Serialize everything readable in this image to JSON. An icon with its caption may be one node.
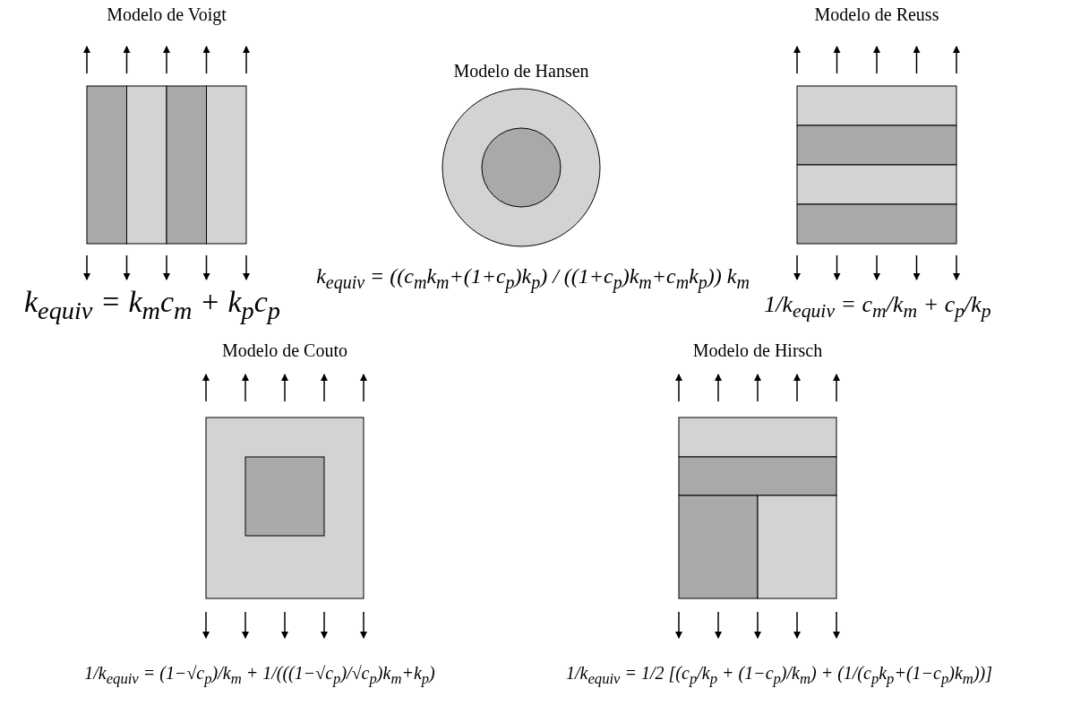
{
  "diagram": {
    "labels": [
      "Modelo de Voigt",
      "Modelo de Hansen",
      "Modelo de Reuss",
      "k$_{equiv}$ = k$_{m}$c$_{m}$ + k$_{p}$c$_{p}$",
      "k$_{equiv}$ = ((c$_{m}$k$_{m}$+(1+c$_{p}$)k$_{p}$) / ((1+c$_{p}$)k$_{m}$+c$_{m}$k$_{p}$)) k$_{m}$",
      "1/k$_{equiv}$ = c$_{m}$/k$_{m}$ + c$_{p}$/k$_{p}$",
      "Modelo de Couto",
      "Modelo de Hirsch",
      "1/k$_{equiv}$ = (1−√c$_{p}$)/k$_{m}$ + 1/(((1−√c$_{p}$)/√c$_{p}$)k$_{m}$+k$_{p}$)",
      "1/k$_{equiv}$ = 1/2 [(c$_{p}$/k$_{p}$ + (1−c$_{p}$)/k$_{m}$) + (1/(c$_{p}$k$_{p}$+(1−c$_{p}$)k$_{m}$))]"
    ]
  }
}
